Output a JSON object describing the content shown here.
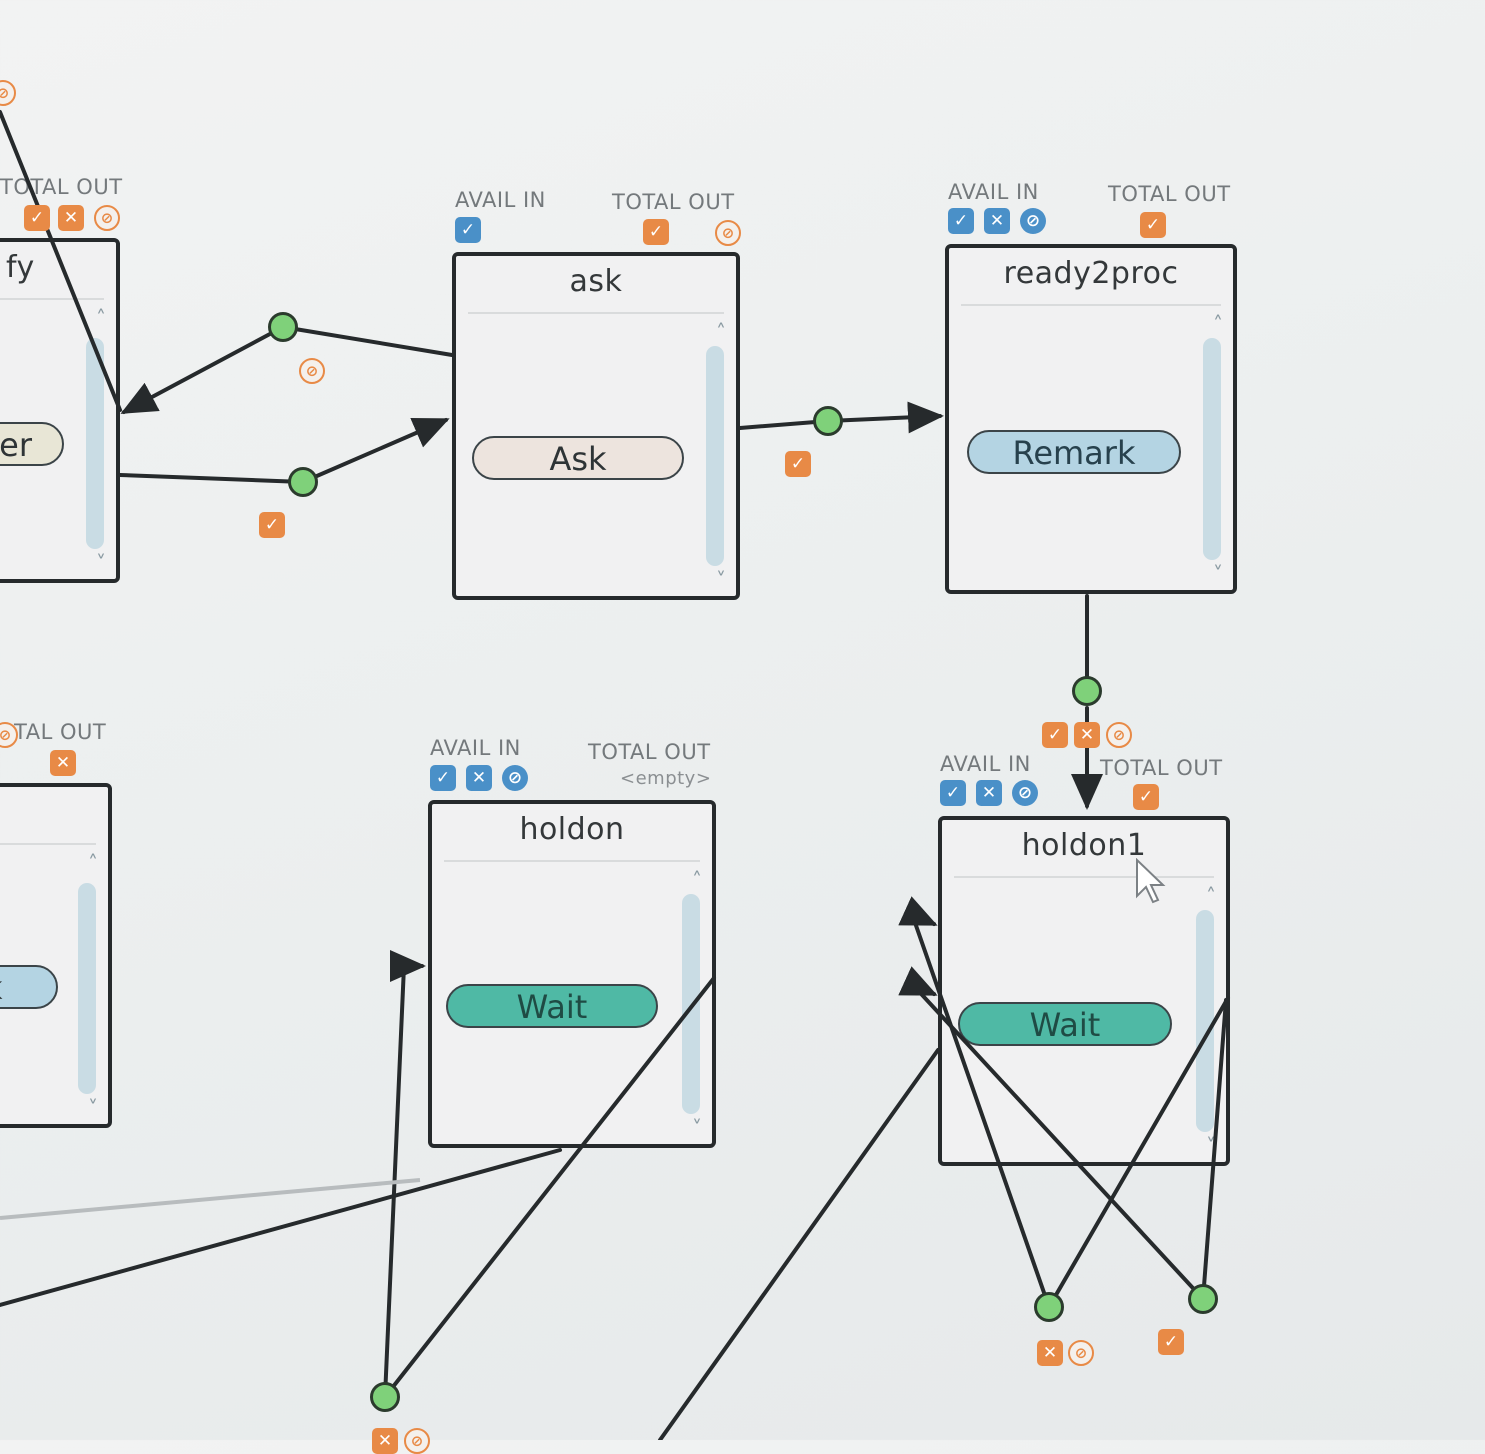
{
  "labels": {
    "avail_in": "AVAIL IN",
    "total_out": "TOTAL OUT",
    "empty": "<empty>",
    "cut_total_out_top": "TOTAL OUT",
    "cut_total_out_mid": "TAL OUT"
  },
  "nodes": {
    "left_top": {
      "title": "fy",
      "button": "er"
    },
    "left_bottom": {
      "title": "",
      "button": "k"
    },
    "ask": {
      "title": "ask",
      "button": "Ask"
    },
    "ready2proc": {
      "title": "ready2proc",
      "button": "Remark"
    },
    "holdon": {
      "title": "holdon",
      "button": "Wait"
    },
    "holdon1": {
      "title": "holdon1",
      "button": "Wait"
    }
  },
  "icons": {
    "check": "✓",
    "cross": "✕",
    "cancel": "⊘"
  },
  "colors": {
    "avail_blue": "#4a90c8",
    "out_orange": "#e88a46",
    "connector_green": "#7fd17a",
    "wait_teal": "#4fb9a5",
    "remark_blue": "#b4d4e3",
    "ask_beige": "#ede4de"
  }
}
